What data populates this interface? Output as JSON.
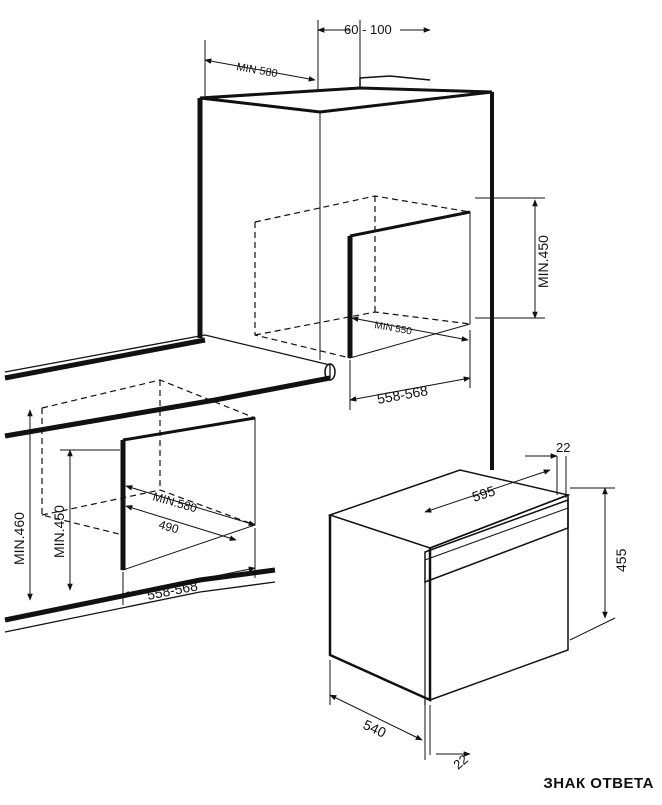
{
  "diagram": {
    "labels": {
      "gap_top": "60 - 100",
      "min_width_top": "MIN 580",
      "min_height_upper": "MIN.450",
      "min_depth_upper": "MIN 550",
      "width_range_upper": "558-568",
      "min_height_lower_outer": "MIN.460",
      "min_height_lower_inner": "MIN.450",
      "min_depth_lower": "MIN.580",
      "depth_lower": "490",
      "width_range_lower": "558-568",
      "oven_width": "595",
      "oven_height": "455",
      "oven_depth": "540",
      "front_panel_top": "22",
      "front_panel_bottom": "22"
    }
  },
  "watermark": "ЗНАК ОТВЕТА"
}
